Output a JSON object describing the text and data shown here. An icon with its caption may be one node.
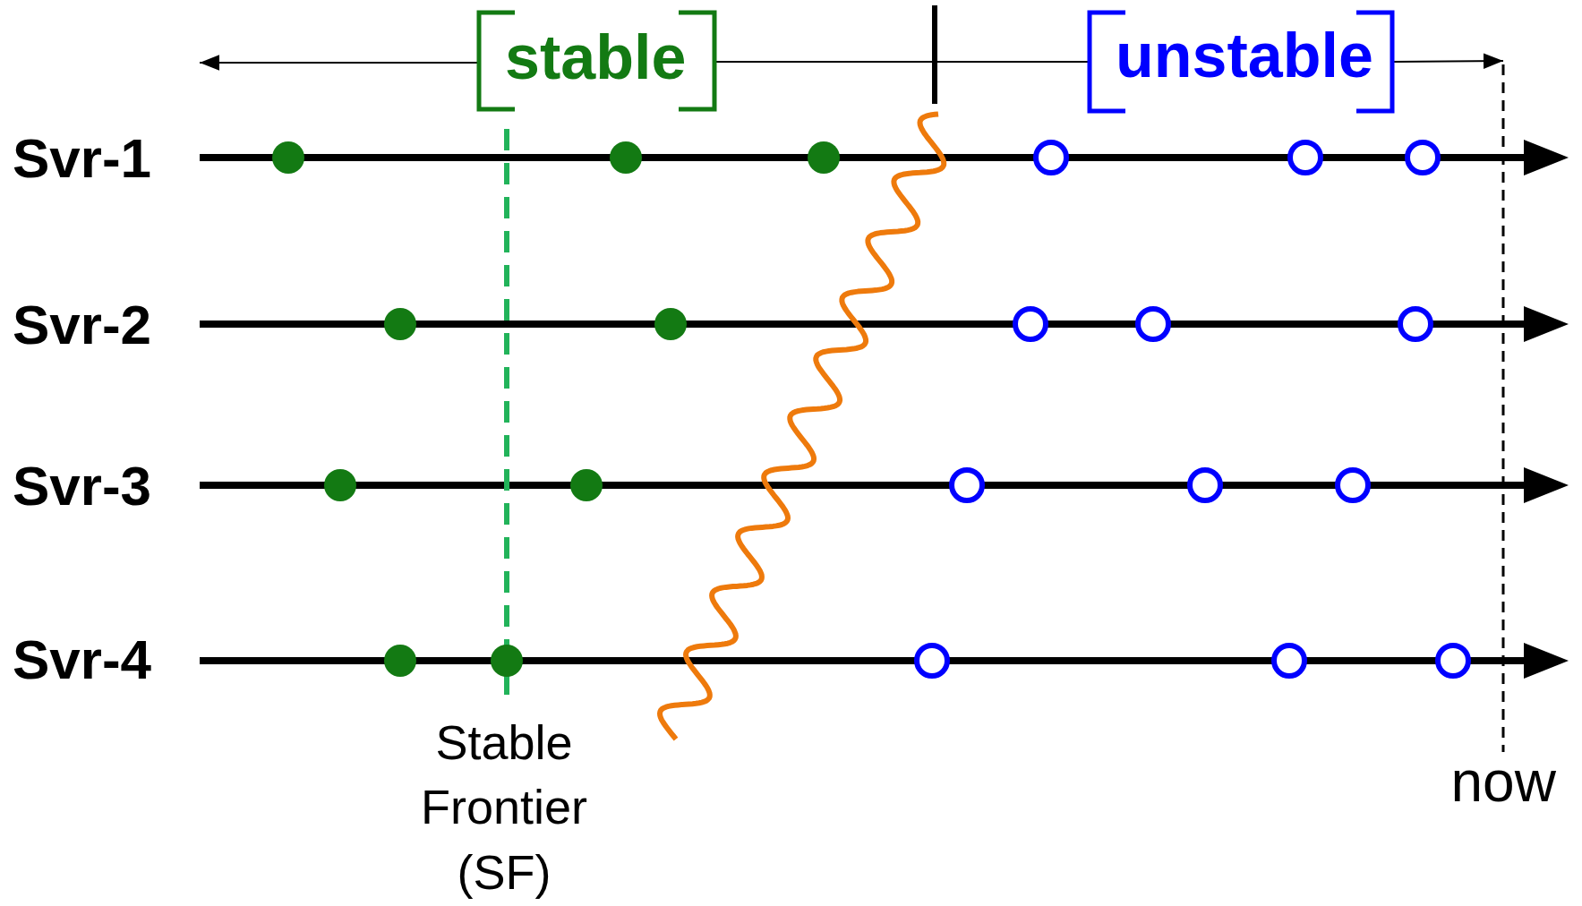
{
  "diagram": {
    "labels": [
      "stable",
      "unstable",
      "Svr-1",
      "Svr-2",
      "Svr-3",
      "Svr-4",
      "Stable Frontier (SF)",
      "now"
    ]
  }
}
